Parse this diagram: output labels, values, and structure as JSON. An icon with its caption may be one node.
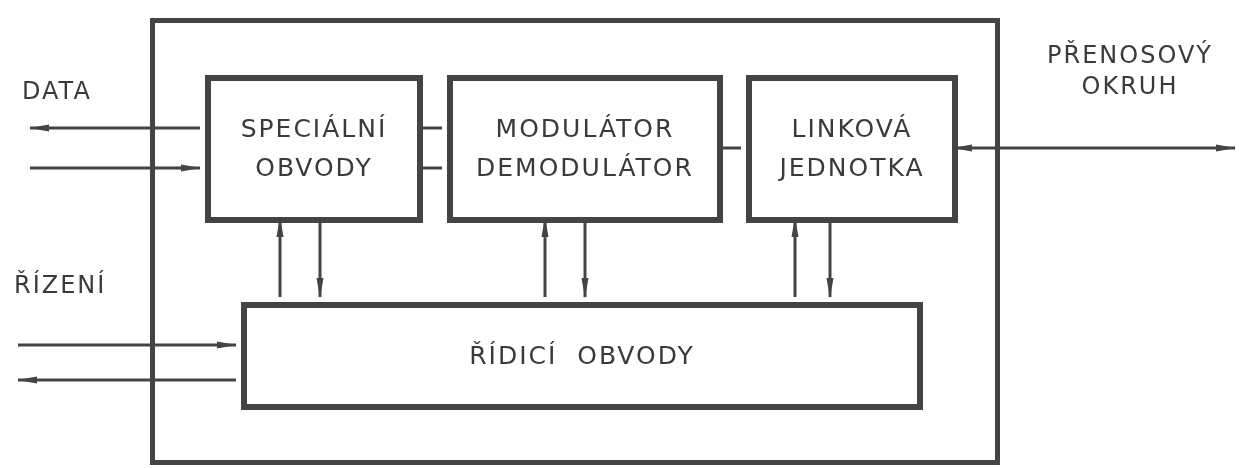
{
  "diagram": {
    "nodes": [
      {
        "text": [],
        "shape": "box"
      },
      {
        "text": [
          "SPECIÁLNÍ OBVODY"
        ],
        "in": 0
      },
      {
        "text": [
          "MODULÁTOR DEMODULÁTOR"
        ],
        "in": 0
      },
      {
        "text": [
          "LINKOVÁ JEDNOTKA"
        ],
        "in": 0
      },
      {
        "text": [
          "ŘÍDICÍ OBVODY"
        ],
        "in": 0
      }
    ],
    "edges": [
      {
        "from": 1,
        "to": null,
        "arrow": "to"
      },
      {
        "from": null,
        "to": 1,
        "arrow": "to"
      },
      {
        "from": 1,
        "to": 2,
        "arrow": "none"
      },
      {
        "from": 1,
        "to": 2,
        "arrow": "none"
      },
      {
        "from": 2,
        "to": 3,
        "arrow": "none"
      },
      {
        "from": 3,
        "to": null,
        "arrow": "both"
      },
      {
        "from": null,
        "to": 4,
        "arrow": "to"
      },
      {
        "from": 4,
        "to": null,
        "arrow": "to"
      },
      {
        "from": 4,
        "to": 1,
        "arrow": "to"
      },
      {
        "from": 1,
        "to": 4,
        "arrow": "to"
      },
      {
        "from": 4,
        "to": 2,
        "arrow": "to"
      },
      {
        "from": 2,
        "to": 4,
        "arrow": "to"
      },
      {
        "from": 4,
        "to": 3,
        "arrow": "to"
      },
      {
        "from": 3,
        "to": 4,
        "arrow": "to"
      }
    ],
    "labels": [
      "DATA",
      "PŘENOSOVÝ OKRUH",
      "ŘÍZENÍ"
    ]
  }
}
